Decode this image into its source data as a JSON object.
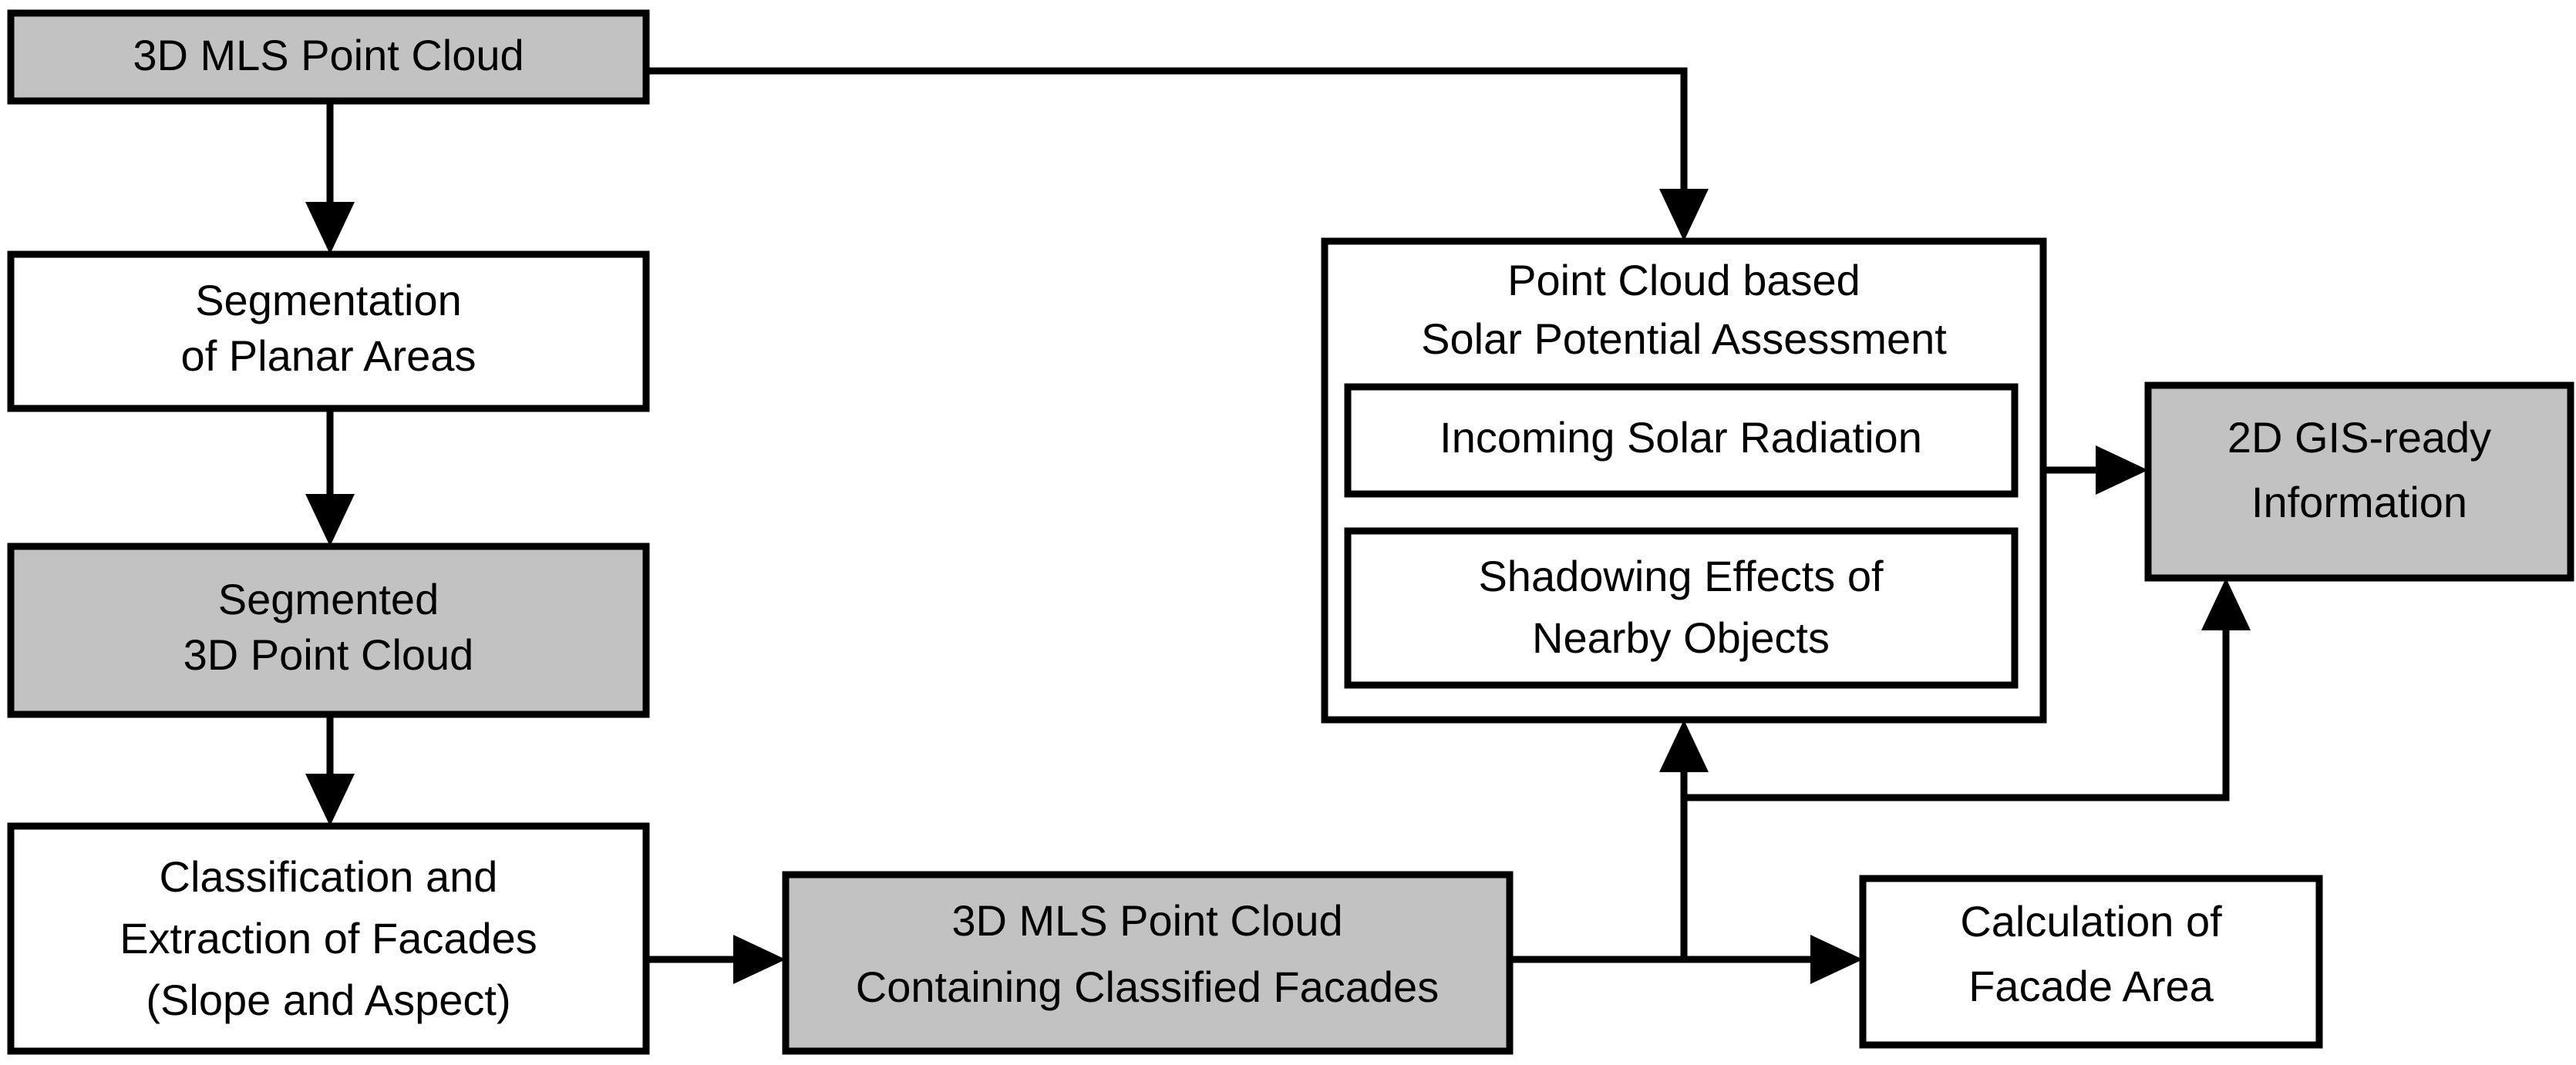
{
  "diagram": {
    "title": "Point Cloud based Solar Potential Assessment Workflow",
    "colors": {
      "input_fill": "#c2c2c2",
      "process_fill": "#ffffff",
      "stroke": "#000000",
      "background": "#ffffff"
    },
    "nodes": [
      {
        "id": "mls-point-cloud",
        "kind": "data",
        "fill": "gray",
        "lines": [
          "3D MLS Point Cloud"
        ]
      },
      {
        "id": "segmentation-planar-areas",
        "kind": "process",
        "fill": "white",
        "lines": [
          "Segmentation",
          "of Planar Areas"
        ]
      },
      {
        "id": "segmented-3d-point-cloud",
        "kind": "data",
        "fill": "gray",
        "lines": [
          "Segmented",
          "3D Point Cloud"
        ]
      },
      {
        "id": "classification-extraction-facades",
        "kind": "process",
        "fill": "white",
        "lines": [
          "Classification and",
          "Extraction of Facades",
          "(Slope and Aspect)"
        ]
      },
      {
        "id": "mls-cloud-classified-facades",
        "kind": "data",
        "fill": "gray",
        "lines": [
          "3D MLS Point Cloud",
          "Containing Classified Facades"
        ]
      },
      {
        "id": "solar-potential-assessment",
        "kind": "process",
        "fill": "white",
        "lines": [
          "Point Cloud based",
          "Solar Potential Assessment"
        ],
        "children": [
          {
            "id": "incoming-solar-radiation",
            "lines": [
              "Incoming Solar Radiation"
            ]
          },
          {
            "id": "shadowing-effects-nearby-objects",
            "lines": [
              "Shadowing Effects of",
              "Nearby Objects"
            ]
          }
        ]
      },
      {
        "id": "calculation-facade-area",
        "kind": "process",
        "fill": "white",
        "lines": [
          "Calculation of",
          "Facade Area"
        ]
      },
      {
        "id": "gis-ready-information",
        "kind": "data",
        "fill": "gray",
        "lines": [
          "2D GIS-ready",
          "Information"
        ]
      }
    ],
    "edges": [
      {
        "id": "edge-cloud-to-segmentation",
        "from": "mls-point-cloud",
        "to": "segmentation-planar-areas"
      },
      {
        "id": "edge-cloud-to-solar",
        "from": "mls-point-cloud",
        "to": "solar-potential-assessment"
      },
      {
        "id": "edge-segmentation-to-segmented",
        "from": "segmentation-planar-areas",
        "to": "segmented-3d-point-cloud"
      },
      {
        "id": "edge-segmented-to-classification",
        "from": "segmented-3d-point-cloud",
        "to": "classification-extraction-facades"
      },
      {
        "id": "edge-classification-to-classified-cloud",
        "from": "classification-extraction-facades",
        "to": "mls-cloud-classified-facades"
      },
      {
        "id": "edge-classified-cloud-to-solar",
        "from": "mls-cloud-classified-facades",
        "to": "solar-potential-assessment"
      },
      {
        "id": "edge-classified-cloud-to-calculation",
        "from": "mls-cloud-classified-facades",
        "to": "calculation-facade-area"
      },
      {
        "id": "edge-solar-to-gis",
        "from": "solar-potential-assessment",
        "to": "gis-ready-information"
      },
      {
        "id": "edge-calculation-to-gis",
        "from": "calculation-facade-area",
        "to": "gis-ready-information"
      }
    ]
  },
  "labels": {
    "n0_l0": "3D MLS Point Cloud",
    "n1_l0": "Segmentation",
    "n1_l1": "of Planar Areas",
    "n2_l0": "Segmented",
    "n2_l1": "3D Point Cloud",
    "n3_l0": "Classification and",
    "n3_l1": "Extraction of Facades",
    "n3_l2": "(Slope and Aspect)",
    "n4_l0": "3D MLS Point Cloud",
    "n4_l1": "Containing Classified Facades",
    "n5_l0": "Point Cloud based",
    "n5_l1": "Solar Potential Assessment",
    "n5c0_l0": "Incoming Solar Radiation",
    "n5c1_l0": "Shadowing Effects of",
    "n5c1_l1": "Nearby Objects",
    "n6_l0": "Calculation of",
    "n6_l1": "Facade Area",
    "n7_l0": "2D GIS-ready",
    "n7_l1": "Information"
  }
}
